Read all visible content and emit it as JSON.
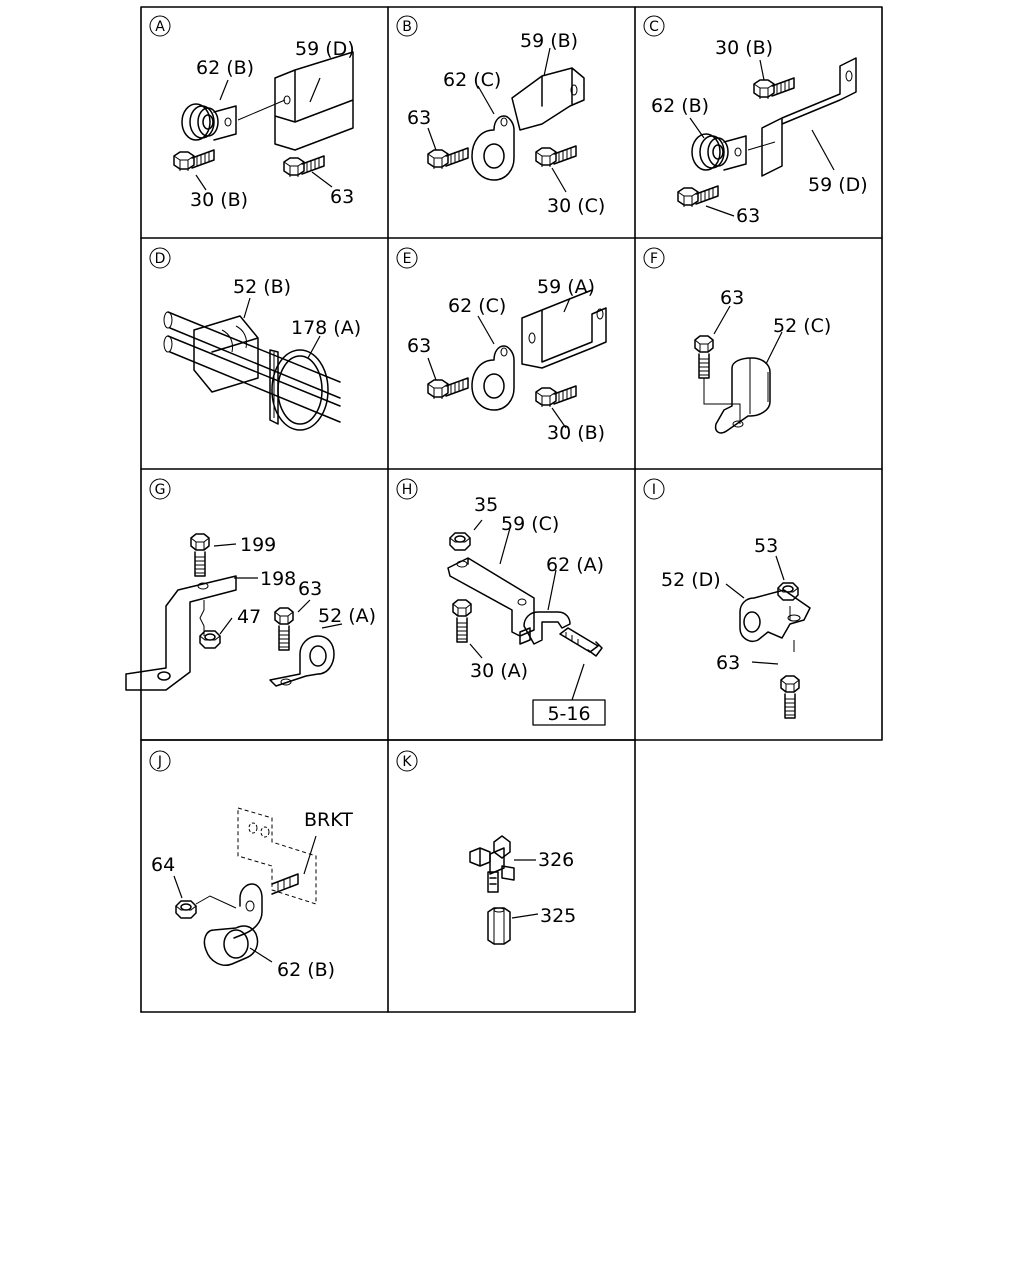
{
  "panels": [
    {
      "letter": "A",
      "labels": {
        "bracket": "59 (D)",
        "clamp": "62 (B)",
        "bolt": "30 (B)",
        "bolt2": "63"
      }
    },
    {
      "letter": "B",
      "labels": {
        "bracket": "59 (B)",
        "clamp": "62 (C)",
        "bolt": "63",
        "bolt2": "30 (C)"
      }
    },
    {
      "letter": "C",
      "labels": {
        "bolt": "30 (B)",
        "clamp": "62 (B)",
        "bracket": "59 (D)",
        "bolt2": "63"
      }
    },
    {
      "letter": "D",
      "labels": {
        "clip": "52 (B)",
        "band": "178 (A)"
      }
    },
    {
      "letter": "E",
      "labels": {
        "clamp": "62 (C)",
        "bracket": "59 (A)",
        "bolt": "63",
        "bolt2": "30 (B)"
      }
    },
    {
      "letter": "F",
      "labels": {
        "bolt": "63",
        "clip": "52 (C)"
      }
    },
    {
      "letter": "G",
      "labels": {
        "bolt": "199",
        "bracket": "198",
        "bolt2": "63",
        "nut": "47",
        "clip": "52 (A)"
      }
    },
    {
      "letter": "H",
      "labels": {
        "nut": "35",
        "bracket": "59 (C)",
        "clamp": "62 (A)",
        "bolt": "30 (A)",
        "ref": "5-16"
      }
    },
    {
      "letter": "I",
      "labels": {
        "nut": "53",
        "clip": "52 (D)",
        "bolt": "63"
      }
    },
    {
      "letter": "J",
      "labels": {
        "bracket": "BRKT",
        "nut": "64",
        "clamp": "62 (B)"
      }
    },
    {
      "letter": "K",
      "labels": {
        "connector": "326",
        "spacer": "325"
      }
    }
  ]
}
